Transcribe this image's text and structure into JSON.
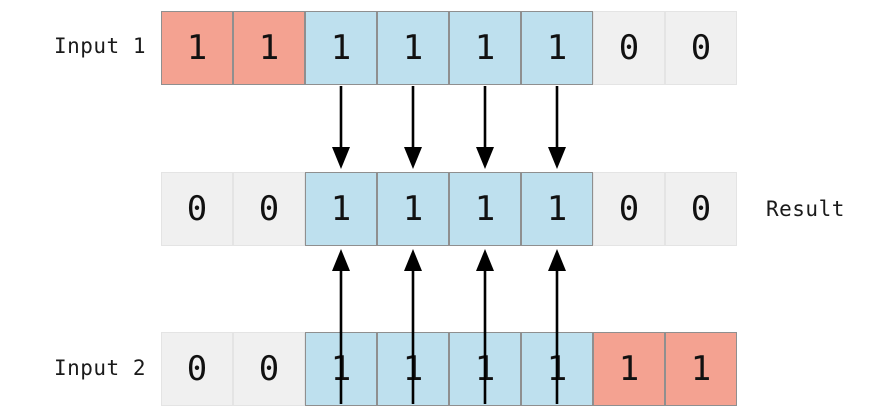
{
  "diagram": {
    "title": "bitwise-and-operation",
    "colors": {
      "common_bit": "#bee0ee",
      "exclusive_bit": "#f4a291",
      "zero_bit": "#f0f0f0",
      "cell_border_strong": "#8f8f8f",
      "cell_border_light": "#e4e4e4",
      "arrow": "#000000",
      "text": "#111111"
    },
    "rows": [
      {
        "id": "input-1",
        "label": "Input 1",
        "label_side": "left",
        "cells": [
          {
            "value": "1",
            "state": "exclusive"
          },
          {
            "value": "1",
            "state": "exclusive"
          },
          {
            "value": "1",
            "state": "common"
          },
          {
            "value": "1",
            "state": "common"
          },
          {
            "value": "1",
            "state": "common"
          },
          {
            "value": "1",
            "state": "common"
          },
          {
            "value": "0",
            "state": "zero"
          },
          {
            "value": "0",
            "state": "zero"
          }
        ]
      },
      {
        "id": "result",
        "label": "Result",
        "label_side": "right",
        "cells": [
          {
            "value": "0",
            "state": "zero"
          },
          {
            "value": "0",
            "state": "zero"
          },
          {
            "value": "1",
            "state": "common"
          },
          {
            "value": "1",
            "state": "common"
          },
          {
            "value": "1",
            "state": "common"
          },
          {
            "value": "1",
            "state": "common"
          },
          {
            "value": "0",
            "state": "zero"
          },
          {
            "value": "0",
            "state": "zero"
          }
        ]
      },
      {
        "id": "input-2",
        "label": "Input 2",
        "label_side": "left",
        "cells": [
          {
            "value": "0",
            "state": "zero"
          },
          {
            "value": "0",
            "state": "zero"
          },
          {
            "value": "1",
            "state": "common"
          },
          {
            "value": "1",
            "state": "common"
          },
          {
            "value": "1",
            "state": "common"
          },
          {
            "value": "1",
            "state": "common"
          },
          {
            "value": "1",
            "state": "exclusive"
          },
          {
            "value": "1",
            "state": "exclusive"
          }
        ]
      }
    ],
    "arrows": {
      "down_columns": [
        3,
        4,
        5,
        6
      ],
      "up_columns": [
        3,
        4,
        5,
        6
      ],
      "down_count": 4,
      "up_count": 4
    }
  }
}
